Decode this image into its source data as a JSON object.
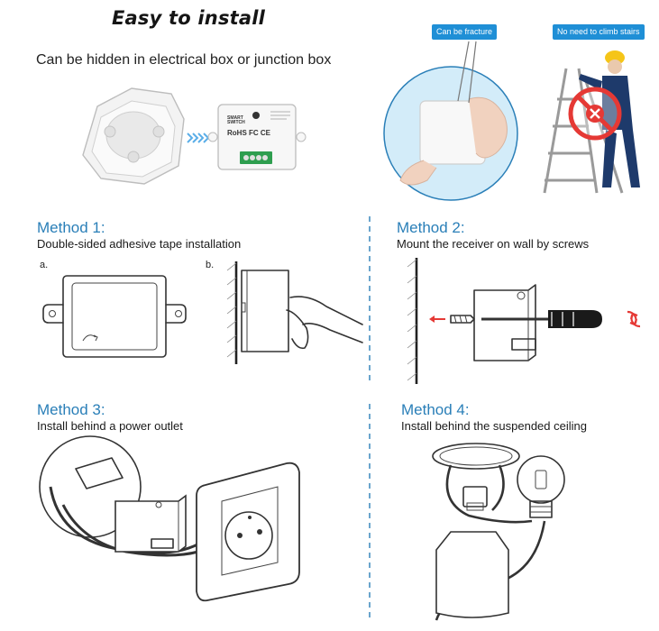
{
  "header": {
    "title": "Easy to install",
    "subtitle": "Can be hidden in electrical box or junction box"
  },
  "tags": {
    "fracture": "Can be fracture",
    "stairs": "No need to climb stairs"
  },
  "device": {
    "brand_line1": "SMART",
    "brand_line2": "SWITCH",
    "marks": "RoHS FC CE"
  },
  "methods": [
    {
      "label": "Method 1:",
      "desc": "Double-sided adhesive tape installation",
      "step_a": "a.",
      "step_b": "b."
    },
    {
      "label": "Method 2:",
      "desc": "Mount the receiver on wall by screws"
    },
    {
      "label": "Method 3:",
      "desc": "Install behind a power outlet"
    },
    {
      "label": "Method 4:",
      "desc": "Install behind the suspended ceiling"
    }
  ],
  "colors": {
    "accent": "#2a7fb8",
    "tag_bg": "#1f8fd6",
    "arrow": "#5aaee8",
    "prohibit": "#e53935",
    "worker_blue": "#1e3a6b",
    "helmet": "#f5c518",
    "terminal_green": "#2e9e4f",
    "divider": "#2a7fb8"
  },
  "icons": [
    "double-chevron-right-icon",
    "prohibit-icon",
    "rotate-arrows-icon",
    "left-arrow-icon"
  ]
}
